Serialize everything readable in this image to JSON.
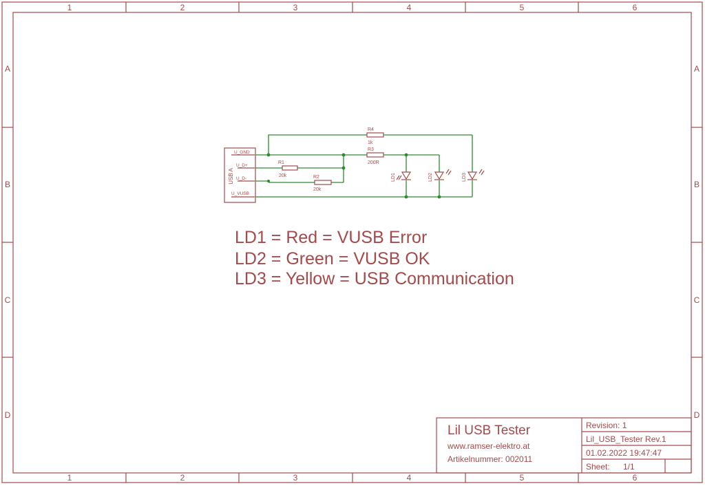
{
  "frame": {
    "col_labels": [
      "1",
      "2",
      "3",
      "4",
      "5",
      "6"
    ],
    "row_labels": [
      "A",
      "B",
      "C",
      "D"
    ]
  },
  "connector": {
    "name": "USB A",
    "pins": [
      "U_GND",
      "U_D+",
      "U_D-",
      "U_VUSB"
    ]
  },
  "resistors": [
    {
      "name": "R1",
      "value": "20k"
    },
    {
      "name": "R2",
      "value": "20k"
    },
    {
      "name": "R3",
      "value": "200R"
    },
    {
      "name": "R4",
      "value": "1k"
    }
  ],
  "leds": [
    "LD1",
    "LD2",
    "LD3"
  ],
  "notes": [
    "LD1 = Red = VUSB Error",
    "LD2 = Green = VUSB OK",
    "LD3 = Yellow = USB Communication"
  ],
  "title_block": {
    "title": "Lil USB Tester",
    "website": "www.ramser-elektro.at",
    "article": "Artikelnummer: 002011",
    "revision": "Revision: 1",
    "filename": "Lil_USB_Tester Rev.1",
    "date": "01.02.2022 19:47:47",
    "sheet_label": "Sheet:",
    "sheet_value": "1/1"
  },
  "colors": {
    "frame": "#a44a4a",
    "wire": "#2d8a2d"
  }
}
